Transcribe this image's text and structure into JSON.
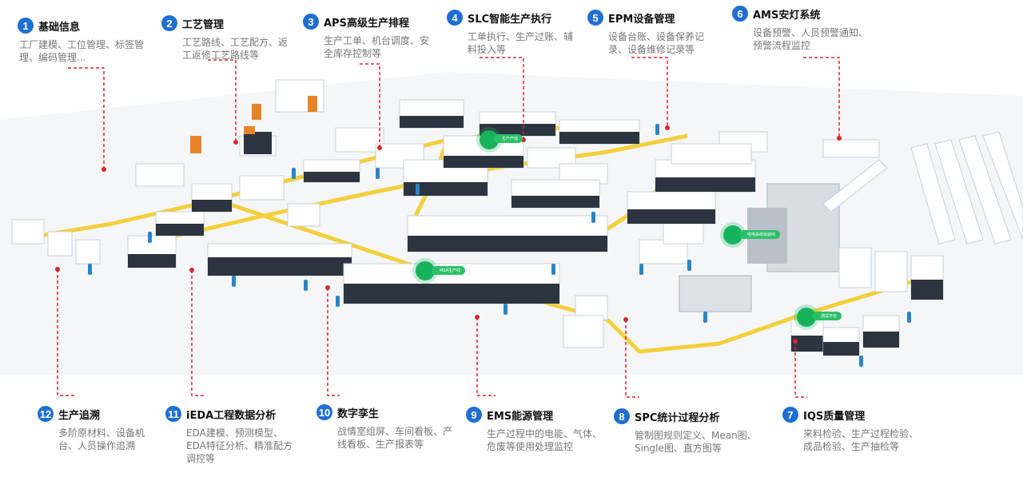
{
  "modules": [
    {
      "id": "m1",
      "num": "1",
      "title": "基础信息",
      "desc": "工厂建模、工位管理、标签管理、编码管理..."
    },
    {
      "id": "m2",
      "num": "2",
      "title": "工艺管理",
      "desc": "工艺路线、工艺配方、返工返修工艺路线等"
    },
    {
      "id": "m3",
      "num": "3",
      "title": "APS高级生产排程",
      "desc": "生产工单、机台调度、安全库存控制等"
    },
    {
      "id": "m4",
      "num": "4",
      "title": "SLC智能生产执行",
      "desc": "工单执行、生产过账、辅料投入等"
    },
    {
      "id": "m5",
      "num": "5",
      "title": "EPM设备管理",
      "desc": "设备台账、设备保养记录、设备维修记录等"
    },
    {
      "id": "m6",
      "num": "6",
      "title": "AMS安灯系统",
      "desc": "设备预警、人员预警通知、预警流程监控"
    },
    {
      "id": "m12",
      "num": "12",
      "title": "生产追溯",
      "desc": "多阶原材料、设备机台、人员操作追溯"
    },
    {
      "id": "m11",
      "num": "11",
      "title": "iEDA工程数据分析",
      "desc": "EDA建模、预测模型、EDA特征分析、精准配方调控等"
    },
    {
      "id": "m10",
      "num": "10",
      "title": "数字孪生",
      "desc": "战情室组屏、车间看板、产线看板、生产报表等"
    },
    {
      "id": "m9",
      "num": "9",
      "title": "EMS能源管理",
      "desc": "生产过程中的电能、气体、危废等使用处理监控"
    },
    {
      "id": "m8",
      "num": "8",
      "title": "SPC统计过程分析",
      "desc": "管制图规则定义、Mean图、Single图、直方图等"
    },
    {
      "id": "m7",
      "num": "7",
      "title": "IQS质量管理",
      "desc": "来料检验、生产过程检验、成品检验、生产抽检等"
    }
  ],
  "tags": [
    "生产产线",
    "MSA生产线",
    "电电系统组装线",
    "测试平台"
  ],
  "colors": {
    "accent": "#1e6fd1",
    "leader": "#d9262c",
    "conveyor": "#f3cf3a",
    "hub": "#17b35c"
  }
}
